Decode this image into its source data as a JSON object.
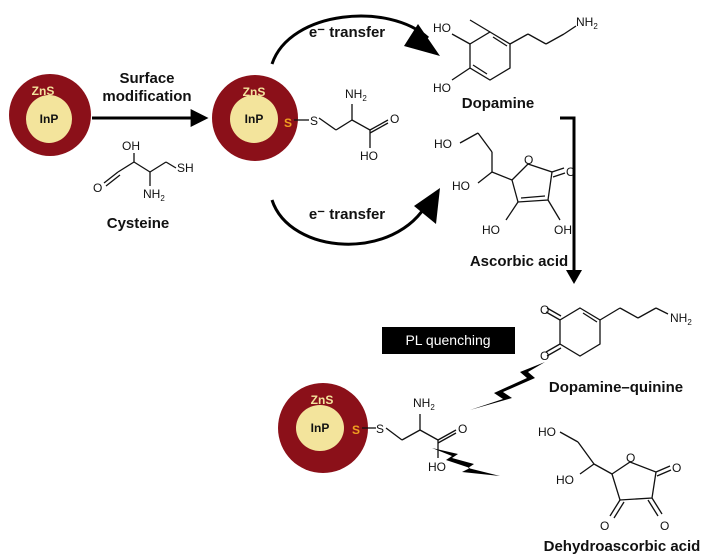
{
  "labels": {
    "surface_modification_line1": "Surface",
    "surface_modification_line2": "modification",
    "e_transfer_top": "e⁻ transfer",
    "e_transfer_bottom": "e⁻ transfer",
    "pl_quenching": "PL quenching",
    "cysteine": "Cysteine",
    "dopamine": "Dopamine",
    "ascorbic_acid": "Ascorbic acid",
    "dopamine_quinine": "Dopamine–quinine",
    "dehydroascorbic_acid": "Dehydroascorbic acid"
  },
  "quantum_dot": {
    "shell": "ZnS",
    "core": "InP",
    "ligand_atom": "S"
  },
  "atoms": {
    "OH": "OH",
    "HO": "HO",
    "SH": "SH",
    "S": "S",
    "O": "O",
    "NH": "NH",
    "sub2": "2"
  },
  "colors": {
    "shell": "#8b1019",
    "core": "#f3e49c",
    "shell_text": "#f3e49c",
    "core_text": "#111111",
    "sulfur": "#f0a020",
    "quench_box": "#000000"
  }
}
